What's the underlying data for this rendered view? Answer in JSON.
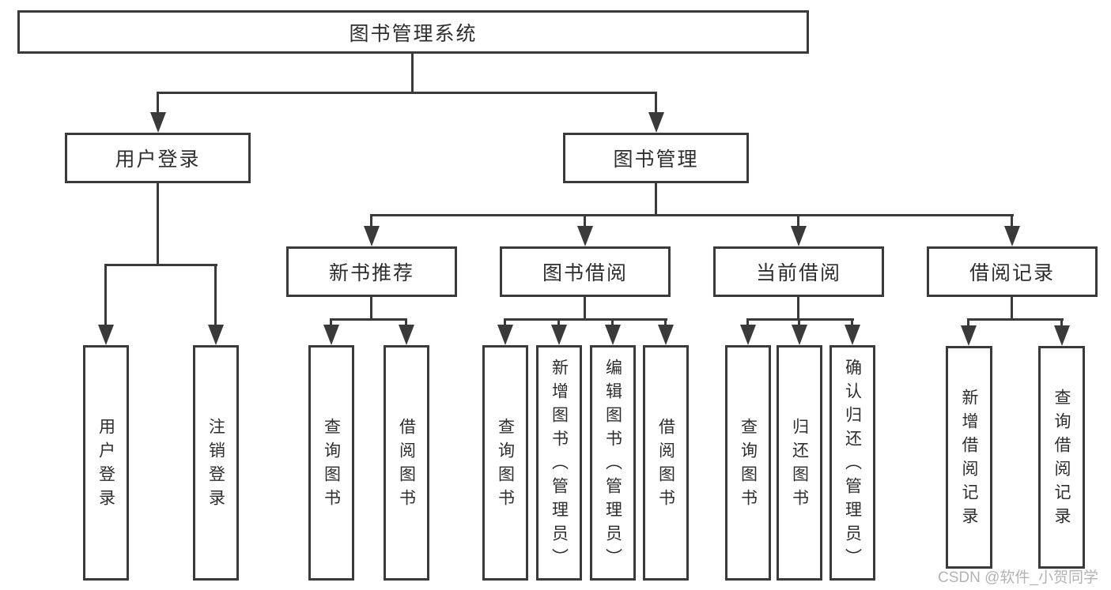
{
  "diagram": {
    "root": {
      "label": "图书管理系统"
    },
    "branches": [
      {
        "label": "用户登录",
        "children": [
          {
            "label": "用户登录"
          },
          {
            "label": "注销登录"
          }
        ]
      },
      {
        "label": "图书管理",
        "children": [
          {
            "label": "新书推荐",
            "children": [
              {
                "label": "查询图书"
              },
              {
                "label": "借阅图书"
              }
            ]
          },
          {
            "label": "图书借阅",
            "children": [
              {
                "label": "查询图书"
              },
              {
                "label": "新增图书（管理员）"
              },
              {
                "label": "编辑图书（管理员）"
              },
              {
                "label": "借阅图书"
              }
            ]
          },
          {
            "label": "当前借阅",
            "children": [
              {
                "label": "查询图书"
              },
              {
                "label": "归还图书"
              },
              {
                "label": "确认归还（管理员）"
              }
            ]
          },
          {
            "label": "借阅记录",
            "children": [
              {
                "label": "新增借阅记录"
              },
              {
                "label": "查询借阅记录"
              }
            ]
          }
        ]
      }
    ]
  },
  "watermark": {
    "text": "CSDN @软件_小贺同学"
  },
  "colors": {
    "line": "#3a3a3a",
    "text": "#2e2e2e",
    "watermark": "#b3b3b3",
    "background": "#ffffff"
  }
}
